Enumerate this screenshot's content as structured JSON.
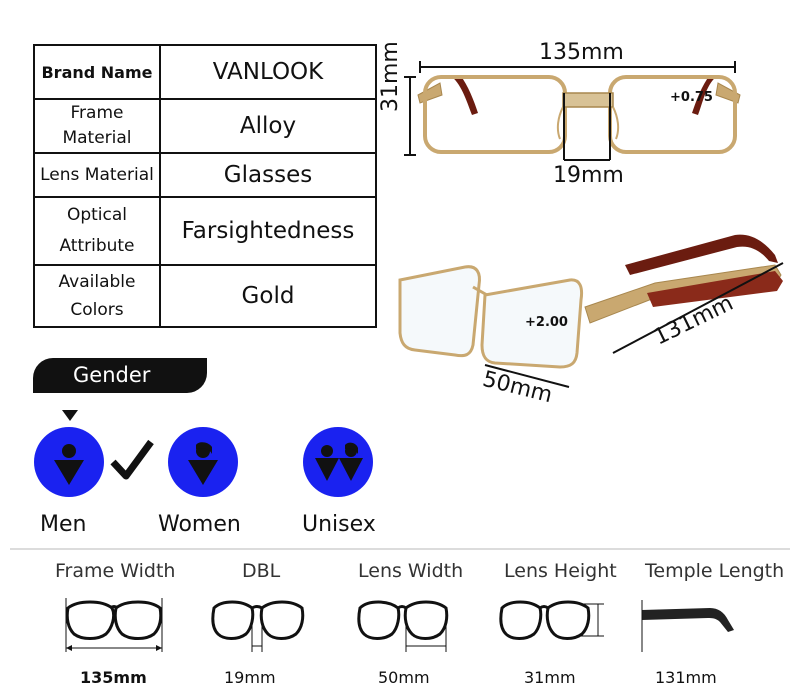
{
  "specs": [
    {
      "key": "Brand Name",
      "value": "VANLOOK"
    },
    {
      "key": "Frame Material",
      "value": "Alloy"
    },
    {
      "key": "Lens Material",
      "value": "Glasses"
    },
    {
      "key": "Optical Attribute",
      "value": "Farsightedness"
    },
    {
      "key": "Available Colors",
      "value": "Gold"
    }
  ],
  "front_view": {
    "width": "135mm",
    "height": "31mm",
    "bridge": "19mm",
    "power": "+0.75"
  },
  "side_view": {
    "lens_width": "50mm",
    "temple_length": "131mm",
    "power": "+2.00"
  },
  "gender": {
    "title": "Gender",
    "options": [
      {
        "label": "Men",
        "selected": true
      },
      {
        "label": "Women",
        "selected": false
      },
      {
        "label": "Unisex",
        "selected": false
      }
    ]
  },
  "dimensions": [
    {
      "label": "Frame Width",
      "value": "135mm"
    },
    {
      "label": "DBL",
      "value": "19mm"
    },
    {
      "label": "Lens Width",
      "value": "50mm"
    },
    {
      "label": "Lens Height",
      "value": "31mm"
    },
    {
      "label": "Temple Length",
      "value": "131mm"
    }
  ],
  "colors": {
    "gold": "#c9a870",
    "icon_blue": "#1a22f0",
    "temple_red": "#8a2a1a"
  }
}
